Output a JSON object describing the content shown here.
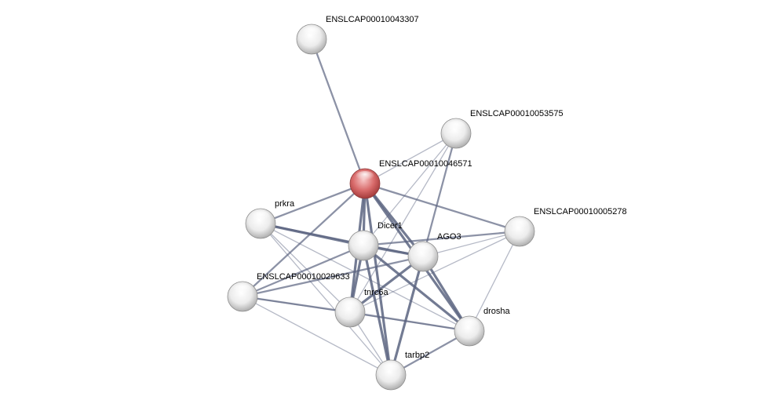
{
  "network": {
    "nodes": [
      {
        "id": "n43307",
        "label": "ENSLCAP00010043307",
        "query": false
      },
      {
        "id": "n53575",
        "label": "ENSLCAP00010053575",
        "query": false
      },
      {
        "id": "n46571",
        "label": "ENSLCAP00010046571",
        "query": true
      },
      {
        "id": "prkra",
        "label": "prkra",
        "query": false
      },
      {
        "id": "dicer1",
        "label": "Dicer1",
        "query": false
      },
      {
        "id": "ago3",
        "label": "AGO3",
        "query": false
      },
      {
        "id": "n05278",
        "label": "ENSLCAP00010005278",
        "query": false
      },
      {
        "id": "n29633",
        "label": "ENSLCAP00010029633",
        "query": false
      },
      {
        "id": "tnrc6a",
        "label": "tnrc6a",
        "query": false
      },
      {
        "id": "drosha",
        "label": "drosha",
        "query": false
      },
      {
        "id": "tarbp2",
        "label": "tarbp2",
        "query": false
      }
    ],
    "edges": [
      {
        "source": "n43307",
        "target": "n46571",
        "confidence": "medium"
      },
      {
        "source": "n46571",
        "target": "n53575",
        "confidence": "low"
      },
      {
        "source": "n46571",
        "target": "prkra",
        "confidence": "medium"
      },
      {
        "source": "n46571",
        "target": "dicer1",
        "confidence": "high"
      },
      {
        "source": "n46571",
        "target": "ago3",
        "confidence": "high"
      },
      {
        "source": "n46571",
        "target": "n05278",
        "confidence": "medium"
      },
      {
        "source": "n46571",
        "target": "n29633",
        "confidence": "medium"
      },
      {
        "source": "n46571",
        "target": "tnrc6a",
        "confidence": "high"
      },
      {
        "source": "n46571",
        "target": "drosha",
        "confidence": "high"
      },
      {
        "source": "n46571",
        "target": "tarbp2",
        "confidence": "high"
      },
      {
        "source": "n53575",
        "target": "dicer1",
        "confidence": "low"
      },
      {
        "source": "n53575",
        "target": "ago3",
        "confidence": "medium"
      },
      {
        "source": "n53575",
        "target": "tnrc6a",
        "confidence": "low"
      },
      {
        "source": "prkra",
        "target": "dicer1",
        "confidence": "high"
      },
      {
        "source": "prkra",
        "target": "ago3",
        "confidence": "medium"
      },
      {
        "source": "prkra",
        "target": "tnrc6a",
        "confidence": "low"
      },
      {
        "source": "prkra",
        "target": "drosha",
        "confidence": "low"
      },
      {
        "source": "prkra",
        "target": "tarbp2",
        "confidence": "low"
      },
      {
        "source": "dicer1",
        "target": "ago3",
        "confidence": "high"
      },
      {
        "source": "dicer1",
        "target": "n05278",
        "confidence": "medium"
      },
      {
        "source": "dicer1",
        "target": "n29633",
        "confidence": "medium"
      },
      {
        "source": "dicer1",
        "target": "tnrc6a",
        "confidence": "high"
      },
      {
        "source": "dicer1",
        "target": "drosha",
        "confidence": "high"
      },
      {
        "source": "dicer1",
        "target": "tarbp2",
        "confidence": "high"
      },
      {
        "source": "ago3",
        "target": "n05278",
        "confidence": "low"
      },
      {
        "source": "ago3",
        "target": "n29633",
        "confidence": "medium"
      },
      {
        "source": "ago3",
        "target": "tnrc6a",
        "confidence": "high"
      },
      {
        "source": "ago3",
        "target": "drosha",
        "confidence": "high"
      },
      {
        "source": "ago3",
        "target": "tarbp2",
        "confidence": "high"
      },
      {
        "source": "n05278",
        "target": "tnrc6a",
        "confidence": "low"
      },
      {
        "source": "n05278",
        "target": "drosha",
        "confidence": "low"
      },
      {
        "source": "n29633",
        "target": "tnrc6a",
        "confidence": "medium"
      },
      {
        "source": "n29633",
        "target": "drosha",
        "confidence": "low"
      },
      {
        "source": "n29633",
        "target": "tarbp2",
        "confidence": "low"
      },
      {
        "source": "tnrc6a",
        "target": "drosha",
        "confidence": "medium"
      },
      {
        "source": "tnrc6a",
        "target": "tarbp2",
        "confidence": "low"
      },
      {
        "source": "drosha",
        "target": "tarbp2",
        "confidence": "medium"
      }
    ]
  },
  "colors": {
    "background": "#ffffff",
    "edge": "#5b6480",
    "node_fill": "#e8e8e8",
    "node_stroke": "#8f8f8f",
    "query_fill": "#d96a6a",
    "query_stroke": "#8d3a3a",
    "label": "#000000"
  }
}
